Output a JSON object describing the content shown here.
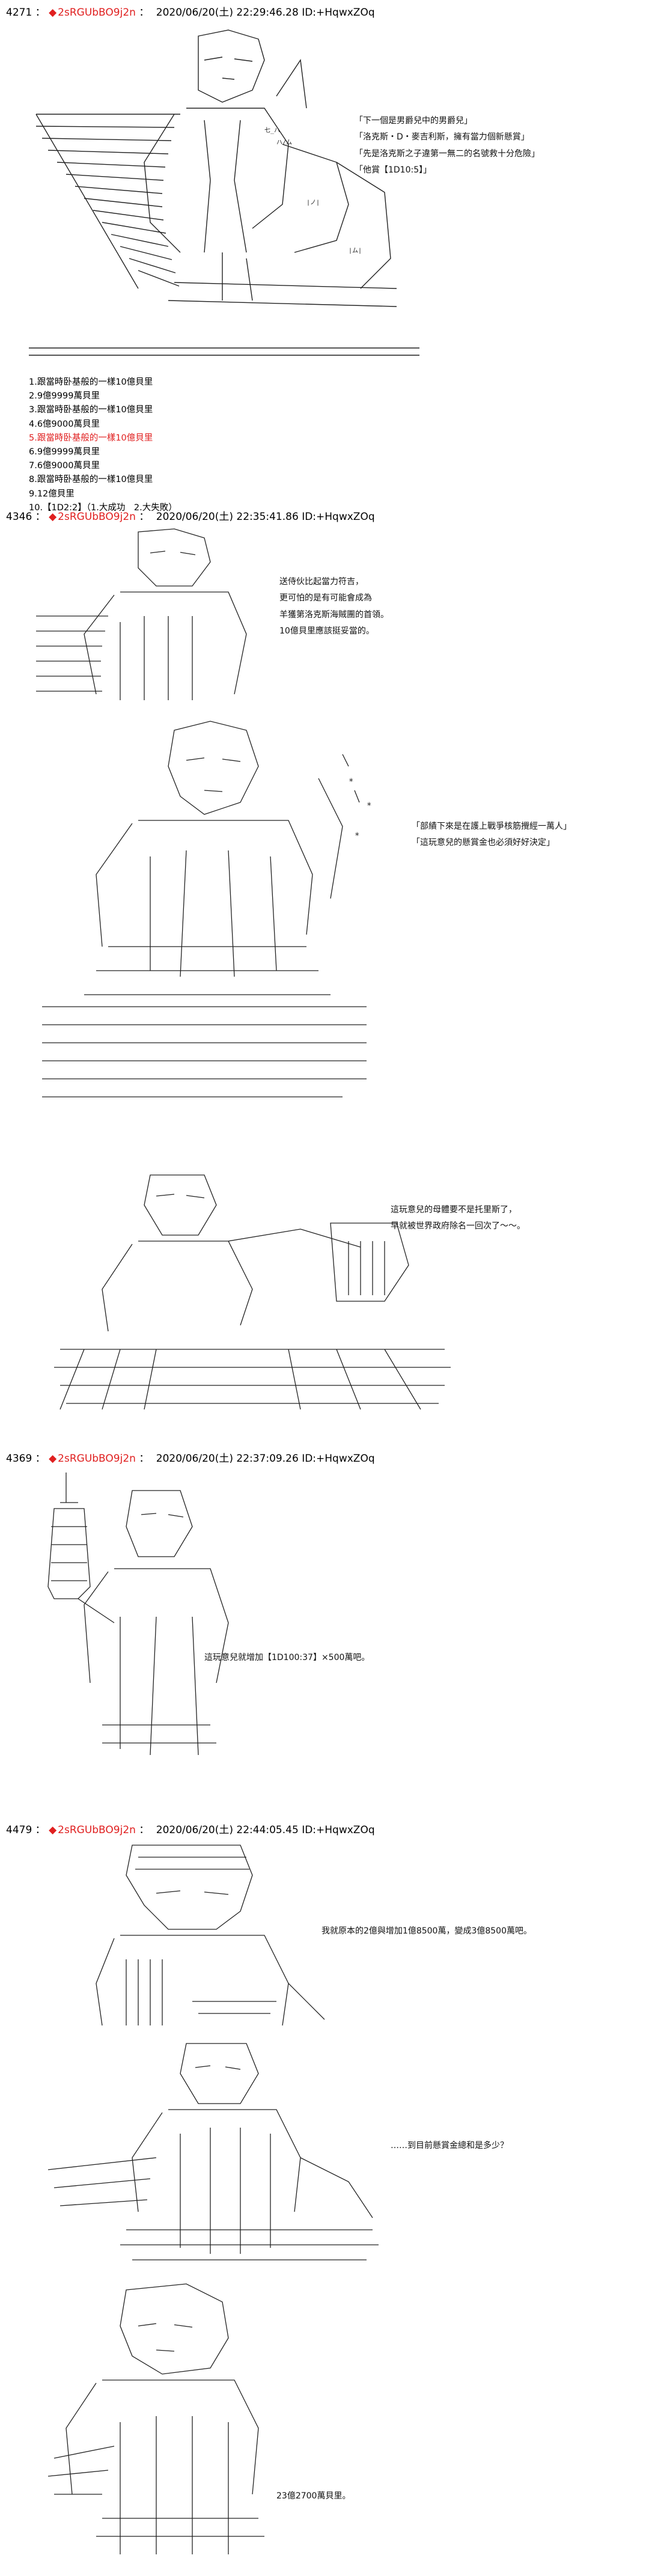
{
  "posts": [
    {
      "number": "4271",
      "name": "2sRGUbBO9j2n",
      "sep": "：",
      "date": "2020/06/20(土) 22:29:46.28 ID:+HqwxZOq",
      "dialogue": [
        "「下一個是男爵兒中的男爵兒」",
        "「洛克斯・D・麥吉利斯，擁有當力個新懸賞」",
        "「先是洛克斯之子違第一無二的名號救十分危險」",
        "「他賞【1D10:5】」"
      ],
      "choices": [
        {
          "text": "1.跟當時卧基般的一樣10億貝里",
          "red": false
        },
        {
          "text": "2.9億9999萬貝里",
          "red": false
        },
        {
          "text": "3.跟當時卧基般的一樣10億貝里",
          "red": false
        },
        {
          "text": "4.6億9000萬貝里",
          "red": false
        },
        {
          "text": "5.跟當時卧基般的一樣10億貝里",
          "red": true
        },
        {
          "text": "6.9億9999萬貝里",
          "red": false
        },
        {
          "text": "7.6億9000萬貝里",
          "red": false
        },
        {
          "text": "8.跟當時卧基般的一樣10億貝里",
          "red": false
        },
        {
          "text": "9.12億貝里",
          "red": false
        },
        {
          "text": "10.【1D2:2】（1.大成功　2.大失敗）",
          "red": false
        }
      ]
    },
    {
      "number": "4346",
      "name": "2sRGUbBO9j2n",
      "sep": "：",
      "date": "2020/06/20(土) 22:35:41.86 ID:+HqwxZOq",
      "dialogue_a": [
        "送侍伙比起當力符吉，",
        "更可怕的是有可能會成為",
        "羊獲第洛克斯海賊團的首領。",
        "10億貝里應該挺妥當的。"
      ],
      "dialogue_b": [
        "「部績下來是在護上戰爭核筋攪經一萬人」",
        "「這玩意兒的懸賞金也必須好好決定」"
      ],
      "dialogue_c": [
        "這玩意兒的母體要不是托里斯了，",
        "早就被世界政府除名一回次了～～。"
      ]
    },
    {
      "number": "4369",
      "name": "2sRGUbBO9j2n",
      "sep": "：",
      "date": "2020/06/20(土) 22:37:09.26 ID:+HqwxZOq",
      "dialogue": [
        "這玩意兒就增加【1D100:37】×500萬吧。"
      ]
    },
    {
      "number": "4479",
      "name": "2sRGUbBO9j2n",
      "sep": "：",
      "date": "2020/06/20(土) 22:44:05.45 ID:+HqwxZOq",
      "dialogue_a": [
        "我就原本的2億與增加1億8500萬，變成3億8500萬吧。"
      ],
      "dialogue_b": [
        "……到目前懸賞金總和是多少？"
      ],
      "dialogue_c": [
        "23億2700萬貝里。"
      ]
    }
  ]
}
